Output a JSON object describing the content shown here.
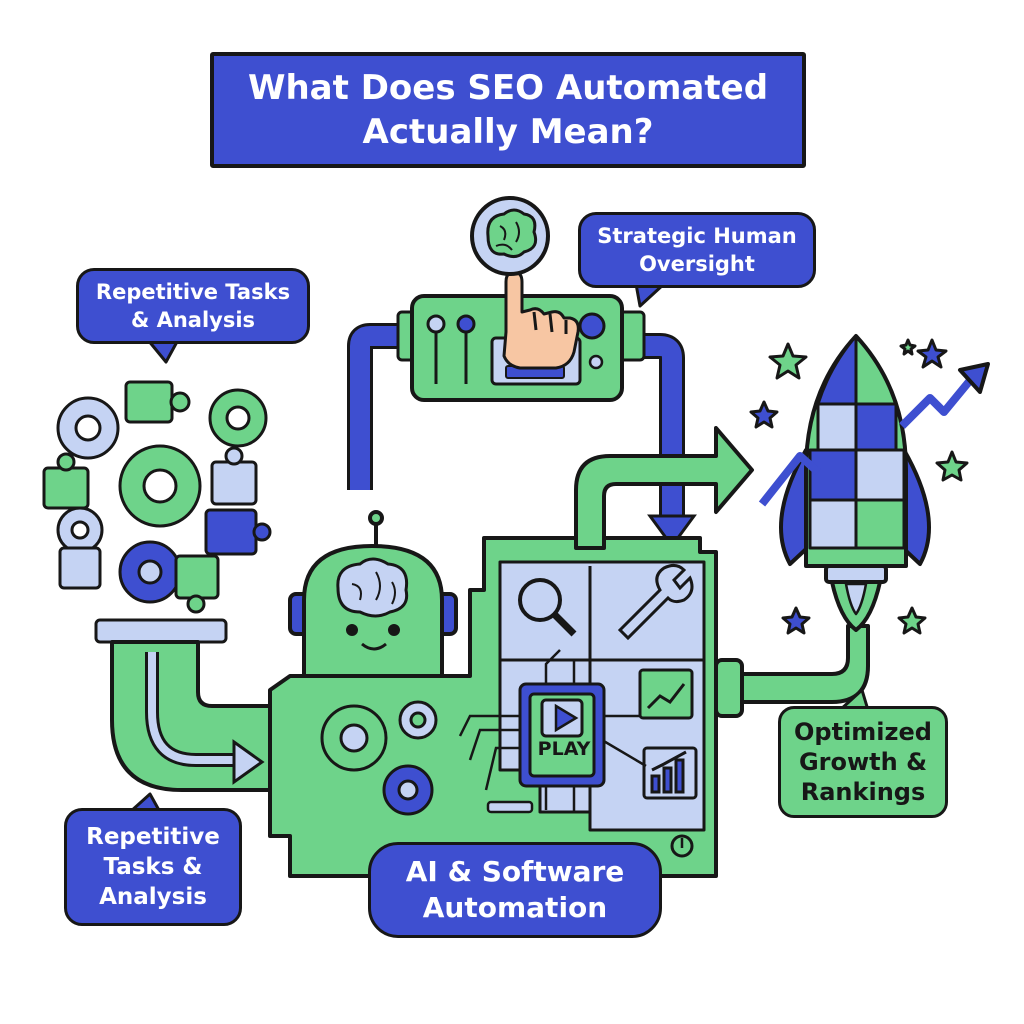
{
  "title": {
    "line1": "What Does SEO Automated",
    "line2": "Actually Mean?"
  },
  "labels": {
    "oversight": {
      "line1": "Strategic Human",
      "line2": "Oversight"
    },
    "repetitive_top": {
      "line1": "Repetitive Tasks",
      "line2": "& Analysis"
    },
    "repetitive_bottom": {
      "line1": "Repetitive",
      "line2": "Tasks &",
      "line3": "Analysis"
    },
    "ai": {
      "line1": "AI & Software",
      "line2": "Automation"
    },
    "growth": {
      "line1": "Optimized",
      "line2": "Growth &",
      "line3": "Rankings"
    },
    "play": "PLAY"
  },
  "colors": {
    "blue": "#3e4fd0",
    "green": "#6ed38a",
    "light_blue": "#c5d3f3",
    "skin": "#f7c6a3",
    "outline": "#171717"
  }
}
